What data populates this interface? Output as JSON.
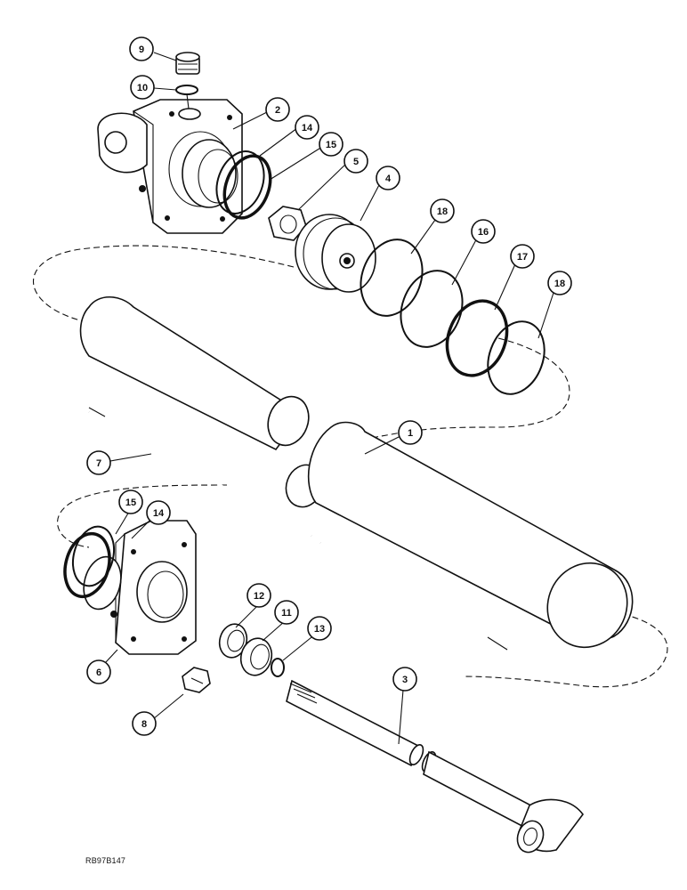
{
  "diagram": {
    "reference_code": "RB97B147",
    "callouts": [
      {
        "id": "callout-9",
        "label": "9"
      },
      {
        "id": "callout-10",
        "label": "10"
      },
      {
        "id": "callout-2",
        "label": "2"
      },
      {
        "id": "callout-14-top",
        "label": "14"
      },
      {
        "id": "callout-15-top",
        "label": "15"
      },
      {
        "id": "callout-5",
        "label": "5"
      },
      {
        "id": "callout-4",
        "label": "4"
      },
      {
        "id": "callout-18-a",
        "label": "18"
      },
      {
        "id": "callout-16",
        "label": "16"
      },
      {
        "id": "callout-17",
        "label": "17"
      },
      {
        "id": "callout-18-b",
        "label": "18"
      },
      {
        "id": "callout-1",
        "label": "1"
      },
      {
        "id": "callout-7",
        "label": "7"
      },
      {
        "id": "callout-15-bottom",
        "label": "15"
      },
      {
        "id": "callout-14-bottom",
        "label": "14"
      },
      {
        "id": "callout-12",
        "label": "12"
      },
      {
        "id": "callout-11",
        "label": "11"
      },
      {
        "id": "callout-13",
        "label": "13"
      },
      {
        "id": "callout-3",
        "label": "3"
      },
      {
        "id": "callout-6",
        "label": "6"
      },
      {
        "id": "callout-8",
        "label": "8"
      }
    ]
  }
}
